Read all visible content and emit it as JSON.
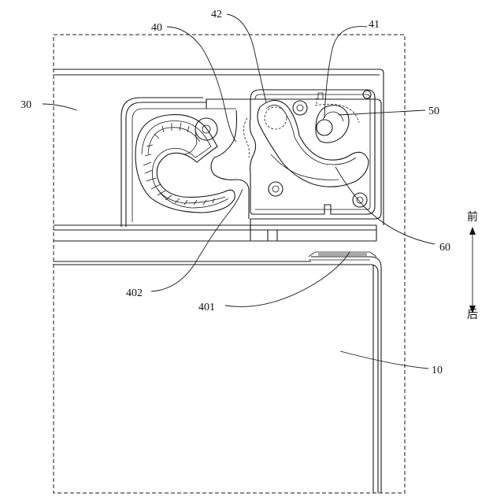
{
  "labels": {
    "l30": "30",
    "l40": "40",
    "l42": "42",
    "l41": "41",
    "l50": "50",
    "l60": "60",
    "l402": "402",
    "l401": "401",
    "l10": "10"
  },
  "direction": {
    "front": "前",
    "back": "后"
  }
}
